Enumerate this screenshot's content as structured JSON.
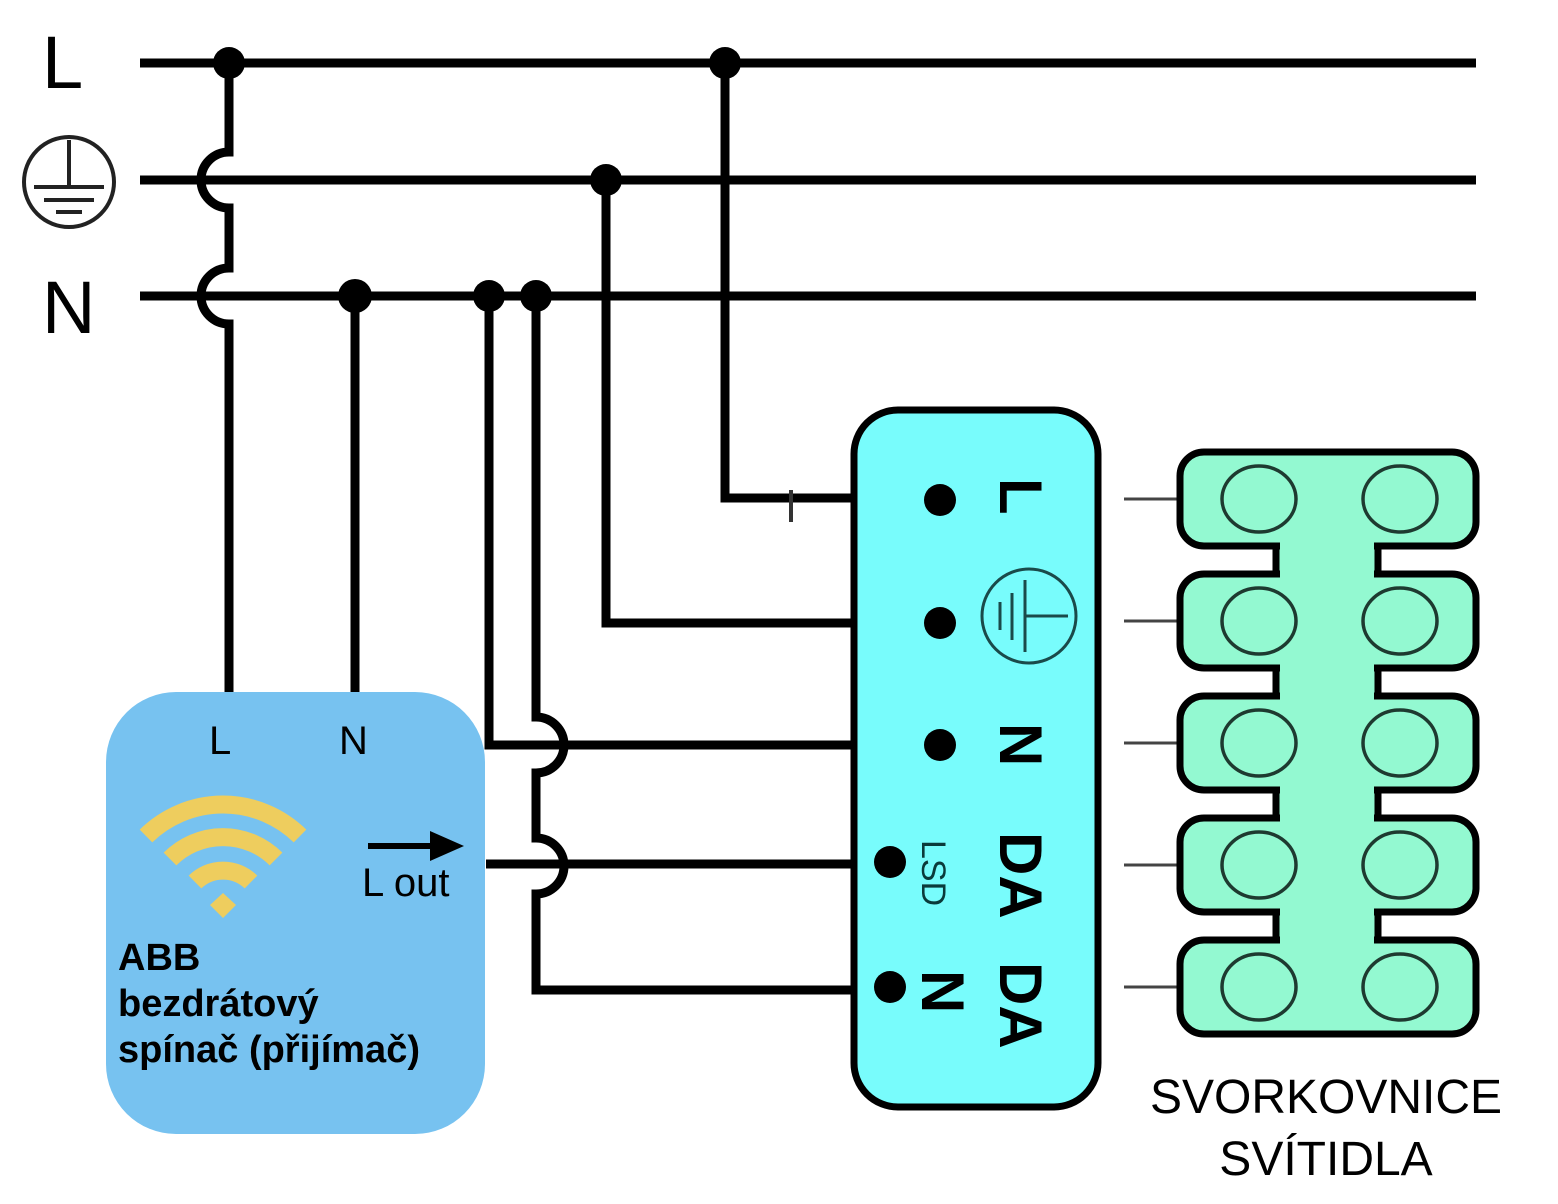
{
  "bus": {
    "lines": [
      {
        "id": "L",
        "label": "L"
      },
      {
        "id": "PE",
        "label": "",
        "icon": "protective-earth-icon"
      },
      {
        "id": "N",
        "label": "N"
      }
    ]
  },
  "receiver": {
    "terminals": {
      "L": "L",
      "N": "N"
    },
    "output_label": "L out",
    "icon": "wifi-icon",
    "title_lines": [
      "ABB",
      "bezdrátový",
      "spínač (přijímač)"
    ],
    "fill_color": "#77c2f0",
    "wifi_color": "#eecd5e"
  },
  "driver": {
    "fill_color": "#78fcfc",
    "terminals": [
      {
        "id": "L",
        "label": "L"
      },
      {
        "id": "PE",
        "label": "",
        "icon": "protective-earth-icon"
      },
      {
        "id": "N",
        "label": "N"
      },
      {
        "id": "LSD",
        "label": "LSD",
        "aux": "DA"
      },
      {
        "id": "N2",
        "label": "N",
        "aux": "DA"
      }
    ]
  },
  "terminal_block": {
    "fill_color": "#93f9d1",
    "rows": 5,
    "caption_lines": [
      "SVORKOVNICE",
      "SVÍTIDLA"
    ]
  }
}
